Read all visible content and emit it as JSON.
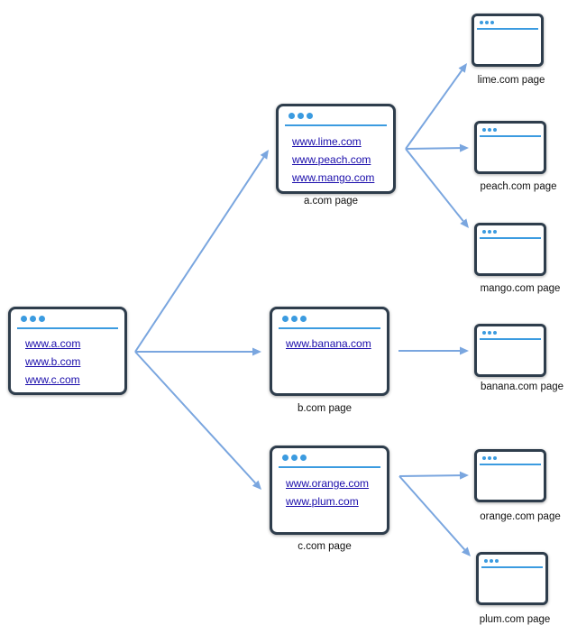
{
  "pages": {
    "root": {
      "links": [
        "www.a.com",
        "www.b.com",
        "www.c.com"
      ]
    },
    "a": {
      "links": [
        "www.lime.com",
        "www.peach.com",
        "www.mango.com"
      ],
      "caption": "a.com page"
    },
    "b": {
      "links": [
        "www.banana.com"
      ],
      "caption": "b.com page"
    },
    "c": {
      "links": [
        "www.orange.com",
        "www.plum.com"
      ],
      "caption": "c.com page"
    },
    "lime": {
      "caption": "lime.com page"
    },
    "peach": {
      "caption": "peach.com page"
    },
    "mango": {
      "caption": "mango.com page"
    },
    "banana": {
      "caption": "banana.com page"
    },
    "orange": {
      "caption": "orange.com page"
    },
    "plum": {
      "caption": "plum.com page"
    }
  },
  "edges": [
    [
      "root",
      "a"
    ],
    [
      "root",
      "b"
    ],
    [
      "root",
      "c"
    ],
    [
      "a",
      "lime"
    ],
    [
      "a",
      "peach"
    ],
    [
      "a",
      "mango"
    ],
    [
      "b",
      "banana"
    ],
    [
      "c",
      "orange"
    ],
    [
      "c",
      "plum"
    ]
  ],
  "colors": {
    "arrow": "#7aa6df",
    "accent": "#3b9be0",
    "frame": "#2e3d4c",
    "link": "#1a0dab"
  }
}
